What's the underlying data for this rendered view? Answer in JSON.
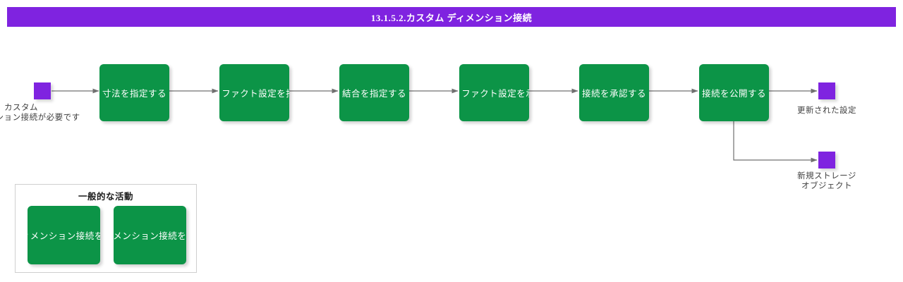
{
  "header": {
    "title": "13.1.5.2.カスタム ディメンション接続",
    "bar_color": "#7F23E0",
    "text_color": "#ffffff"
  },
  "colors": {
    "process": "#0C9447",
    "data_node": "#7F23E0",
    "connector": "#707070",
    "group_border": "#CFCFCF",
    "caption": "#404040"
  },
  "diagram": {
    "type": "process-flow",
    "inputs": [
      {
        "id": "input-custom-dimension",
        "icon": "data-object-node",
        "caption_line1": "カスタム",
        "caption_line2": "ディメンション接続が必要です"
      }
    ],
    "steps": [
      {
        "id": "step-1",
        "label": "寸法を指定する"
      },
      {
        "id": "step-2",
        "label": "アーティファクト設定を指定する"
      },
      {
        "id": "step-3",
        "label": "結合を指定する"
      },
      {
        "id": "step-4",
        "label": "アーティファクト設定を承認する"
      },
      {
        "id": "step-5",
        "label": "接続を承認する"
      },
      {
        "id": "step-6",
        "label": "接続を公開する"
      }
    ],
    "outputs": [
      {
        "id": "output-updated-config",
        "icon": "data-object-node",
        "caption_line1": "更新された設定",
        "caption_line2": ""
      },
      {
        "id": "output-new-storage-object",
        "icon": "data-object-node",
        "caption_line1": "新規ストレージ",
        "caption_line2": "オブジェクト"
      }
    ],
    "group": {
      "id": "general-activities",
      "title": "一般的な活動",
      "items": [
        {
          "id": "activity-import",
          "label": "カスタムディメンション接続を インポート"
        },
        {
          "id": "activity-export",
          "label": "カスタムディメンション接続をエクスポート"
        }
      ]
    }
  }
}
